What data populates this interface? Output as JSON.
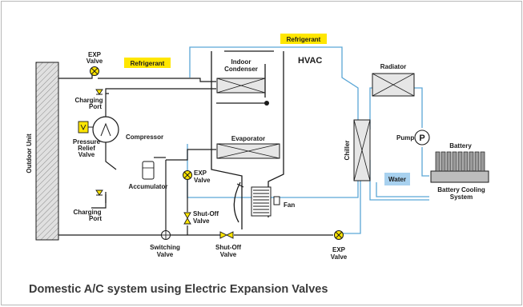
{
  "caption": "Domestic A/C system using Electric Expansion Valves",
  "colors": {
    "refrigerant_line": "#5aa6d6",
    "refrigerant_tag": "#ffe600",
    "water_tag": "#a8d1ef",
    "valve": "#ffe600",
    "line": "#1a1a1a"
  },
  "components": {
    "outdoor_unit": "Outdoor Unit",
    "exp_valve_top": [
      "EXP",
      "Valve"
    ],
    "indoor_condenser": [
      "Indoor",
      "Condenser"
    ],
    "hvac": "HVAC",
    "charging_port_top": [
      "Charging",
      "Port"
    ],
    "pressure_relief_valve": [
      "Pressure",
      "Relief",
      "Valve"
    ],
    "compressor": "Compressor",
    "evaporator": "Evaporator",
    "accumulator": "Accumulator",
    "exp_valve_mid": [
      "EXP",
      "Valve"
    ],
    "fan": "Fan",
    "charging_port_bottom": [
      "Charging",
      "Port"
    ],
    "shutoff_valve_vertical": [
      "Shut-Off",
      "Valve"
    ],
    "switching_valve": [
      "Switching",
      "Valve"
    ],
    "shutoff_valve_bottom": [
      "Shut-Off",
      "Valve"
    ],
    "exp_valve_bottom": [
      "EXP",
      "Valve"
    ],
    "chiller": "Chiller",
    "radiator": "Radiator",
    "pump": "Pump",
    "pump_symbol": "P",
    "battery": "Battery",
    "battery_cooling_system": [
      "Battery Cooling",
      "System"
    ]
  },
  "tags": {
    "refrigerant_left": "Refrigerant",
    "refrigerant_top": "Refrigerant",
    "water": "Water"
  }
}
